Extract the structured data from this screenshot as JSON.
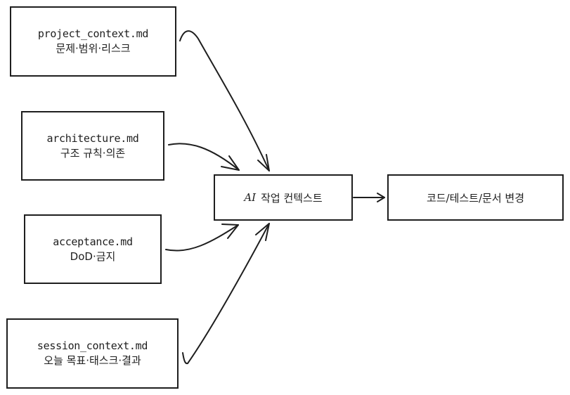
{
  "sources": [
    {
      "file": "project_context.md",
      "desc": "문제·범위·리스크"
    },
    {
      "file": "architecture.md",
      "desc": "구조 규칙·의존"
    },
    {
      "file": "acceptance.md",
      "desc": "DoD·금지"
    },
    {
      "file": "session_context.md",
      "desc": "오늘 목표·태스크·결과"
    }
  ],
  "hub": {
    "prefix": "AI",
    "label": "작업 컨텍스트"
  },
  "output": {
    "label": "코드/테스트/문서 변경"
  },
  "edges": [
    {
      "from": "project_context.md",
      "to": "AI 작업 컨텍스트"
    },
    {
      "from": "architecture.md",
      "to": "AI 작업 컨텍스트"
    },
    {
      "from": "acceptance.md",
      "to": "AI 작업 컨텍스트"
    },
    {
      "from": "session_context.md",
      "to": "AI 작업 컨텍스트"
    },
    {
      "from": "AI 작업 컨텍스트",
      "to": "코드/테스트/문서 변경"
    }
  ]
}
